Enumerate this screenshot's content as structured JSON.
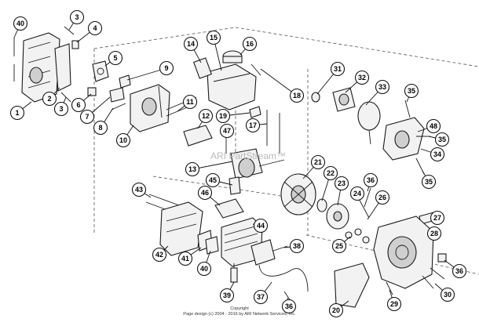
{
  "watermark": "ARI PartStream™",
  "copyright_label": "Copyright",
  "copyright_line": "Page design (c) 2004 - 2016 by ARI Network Services, Inc.",
  "callouts": [
    "1",
    "2",
    "3",
    "3",
    "4",
    "5",
    "6",
    "7",
    "8",
    "9",
    "10",
    "11",
    "12",
    "13",
    "14",
    "15",
    "16",
    "17",
    "18",
    "19",
    "20",
    "21",
    "22",
    "23",
    "24",
    "25",
    "26",
    "27",
    "28",
    "29",
    "30",
    "31",
    "32",
    "33",
    "34",
    "35",
    "35",
    "35",
    "36",
    "36",
    "36",
    "37",
    "38",
    "39",
    "40",
    "40",
    "41",
    "42",
    "43",
    "44",
    "45",
    "46",
    "47",
    "48"
  ]
}
